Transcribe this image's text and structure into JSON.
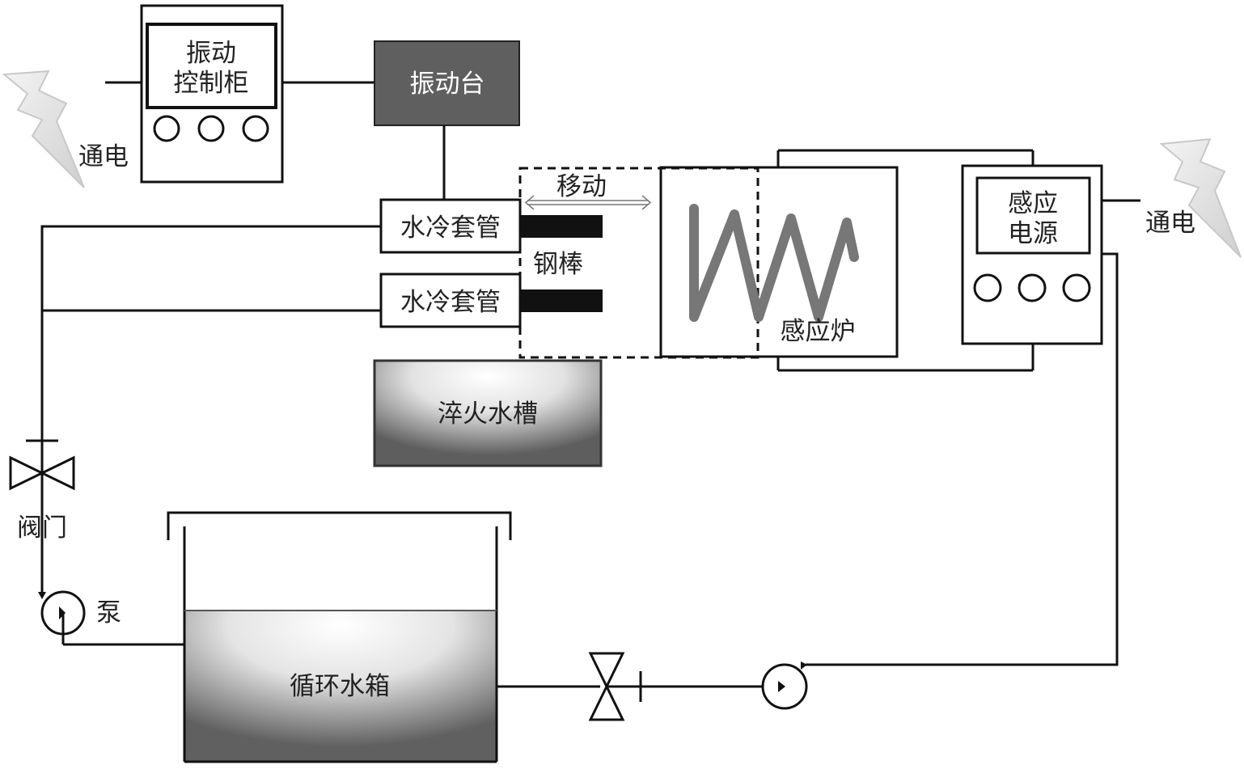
{
  "labels": {
    "power_left": "通电",
    "power_right": "通电",
    "vib_controller_line1": "振动",
    "vib_controller_line2": "控制柜",
    "vib_table": "振动台",
    "move": "移动",
    "jacket_top": "水冷套管",
    "jacket_bottom": "水冷套管",
    "steel_rod": "钢棒",
    "furnace": "感应炉",
    "induction_power_line1": "感应",
    "induction_power_line2": "电源",
    "quench_tank": "淬火水槽",
    "valve": "阀门",
    "pump": "泵",
    "circulation_tank": "循环水箱"
  },
  "colors": {
    "line": "#111111",
    "vib_table_fill": "#5f5f5f",
    "coil": "#777777",
    "steel_rod": "#111111"
  }
}
